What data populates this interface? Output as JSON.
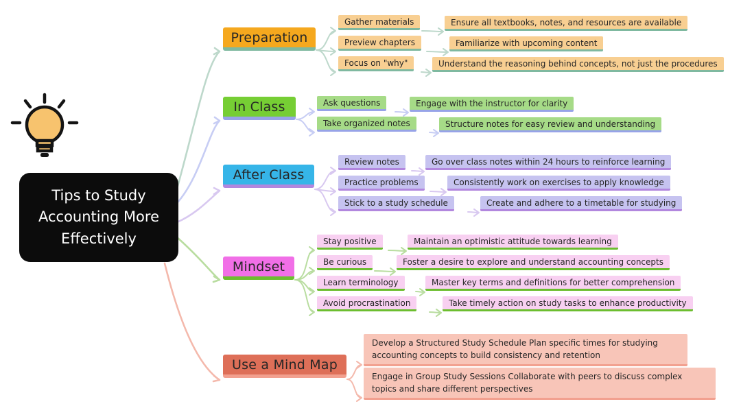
{
  "center": {
    "label": "Tips to Study\nAccounting More\nEffectively"
  },
  "icon": "lightbulb-icon",
  "palette": {
    "center_fill": "#0c0c0c",
    "center_text": "#ffffff",
    "bulb_fill": "#f7c36e",
    "preparation_fill": "#f5a81e",
    "preparation_light": "#f8cf92",
    "preparation_underline": "#7fb9a0",
    "preparation_connector": "#bdd8cb",
    "inclass_fill": "#76ce34",
    "inclass_light": "#a6db87",
    "inclass_underline": "#97a3e8",
    "inclass_connector": "#c7cdf4",
    "afterclass_fill": "#36b5e8",
    "afterclass_light": "#c6c3f0",
    "afterclass_underline": "#b287de",
    "afterclass_connector": "#d8c8f0",
    "mindset_fill": "#f16fe7",
    "mindset_light": "#f8d0f1",
    "mindset_underline": "#6cbe2f",
    "mindset_connector": "#b9dda0",
    "mindmap_fill": "#de6f58",
    "mindmap_light": "#f8c5b8",
    "mindmap_underline": "#f2a08f",
    "mindmap_connector": "#f4b9ac"
  },
  "branches": [
    {
      "label": "Preparation",
      "children": [
        {
          "label": "Gather materials",
          "detail": "Ensure all textbooks, notes, and resources are available"
        },
        {
          "label": "Preview chapters",
          "detail": "Familiarize with upcoming content"
        },
        {
          "label": "Focus on \"why\"",
          "detail": "Understand the reasoning behind concepts, not just the procedures"
        }
      ]
    },
    {
      "label": "In Class",
      "children": [
        {
          "label": "Ask questions",
          "detail": "Engage with the instructor for clarity"
        },
        {
          "label": "Take organized notes",
          "detail": "Structure notes for easy review and understanding"
        }
      ]
    },
    {
      "label": "After Class",
      "children": [
        {
          "label": "Review notes",
          "detail": "Go over class notes within 24 hours to reinforce learning"
        },
        {
          "label": "Practice problems",
          "detail": "Consistently work on exercises to apply knowledge"
        },
        {
          "label": "Stick to a study schedule",
          "detail": "Create and adhere to a timetable for studying"
        }
      ]
    },
    {
      "label": "Mindset",
      "children": [
        {
          "label": "Stay positive",
          "detail": "Maintain an optimistic attitude towards learning"
        },
        {
          "label": "Be curious",
          "detail": "Foster a desire to explore and understand accounting concepts"
        },
        {
          "label": "Learn terminology",
          "detail": "Master key terms and definitions for better comprehension"
        },
        {
          "label": "Avoid procrastination",
          "detail": "Take timely action on study tasks to enhance productivity"
        }
      ]
    },
    {
      "label": "Use a Mind Map",
      "children": [
        {
          "detail": "Develop a Structured Study Schedule Plan specific times for studying accounting concepts to build consistency and retention"
        },
        {
          "detail": "Engage in Group Study Sessions Collaborate with peers to discuss complex topics and share different perspectives"
        }
      ]
    }
  ]
}
